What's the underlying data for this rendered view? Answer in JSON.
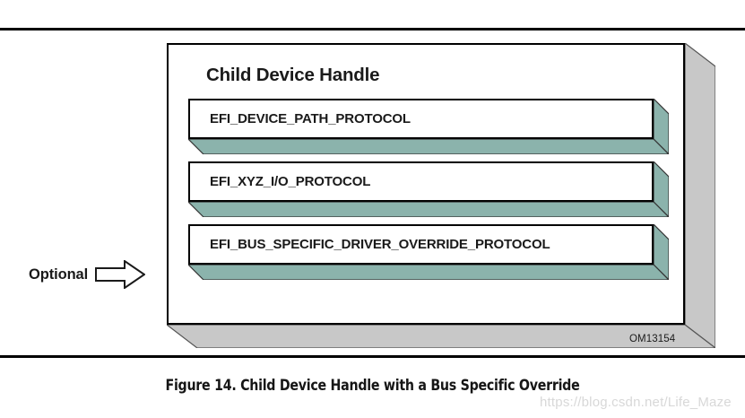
{
  "figure": {
    "handle_title": "Child Device Handle",
    "optional_label": "Optional",
    "om_id": "OM13154",
    "caption": "Figure 14. Child Device Handle with a Bus Specific Override",
    "watermark": "https://blog.csdn.net/Life_Maze",
    "protocols": [
      {
        "label": "EFI_DEVICE_PATH_PROTOCOL"
      },
      {
        "label": "EFI_XYZ_I/O_PROTOCOL"
      },
      {
        "label": "EFI_BUS_SPECIFIC_DRIVER_OVERRIDE_PROTOCOL"
      }
    ],
    "colors": {
      "protocol_extrude": "#8bb3ac",
      "handle_extrude": "#c8c8c8",
      "outline": "#000000",
      "face": "#ffffff",
      "text": "#1a1a1a",
      "watermark": "#d8d8d8"
    }
  }
}
